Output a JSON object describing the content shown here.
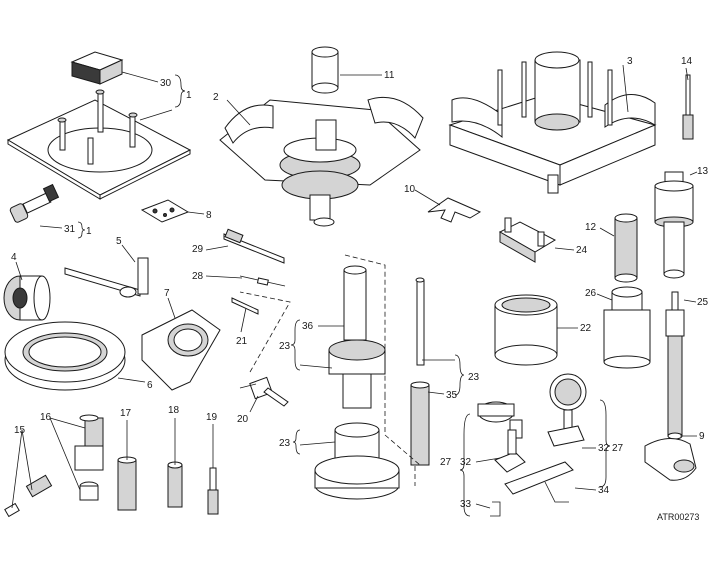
{
  "reference_code": "ATR00273",
  "labels": {
    "l1a": "1",
    "l1b": "1",
    "l2": "2",
    "l3": "3",
    "l4": "4",
    "l5": "5",
    "l6": "6",
    "l7": "7",
    "l8": "8",
    "l9": "9",
    "l10": "10",
    "l11": "11",
    "l12": "12",
    "l13": "13",
    "l14": "14",
    "l15": "15",
    "l16": "16",
    "l17": "17",
    "l18": "18",
    "l19": "19",
    "l20": "20",
    "l21": "21",
    "l22": "22",
    "l23a": "23",
    "l23b": "23",
    "l23c": "23",
    "l24": "24",
    "l25": "25",
    "l26": "26",
    "l27a": "27",
    "l27b": "27",
    "l28": "28",
    "l29": "29",
    "l30": "30",
    "l31": "31",
    "l32a": "32",
    "l32b": "32",
    "l33": "33",
    "l34": "34",
    "l35": "35",
    "l36": "36"
  }
}
